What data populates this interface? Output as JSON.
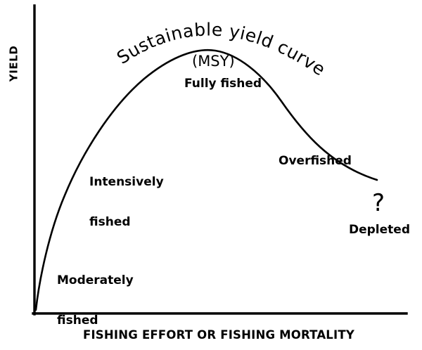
{
  "chart_data": {
    "type": "line",
    "title": "Sustainable yield curve",
    "xlabel": "FISHING EFFORT OR FISHING MORTALITY",
    "ylabel": "YIELD",
    "grid": false,
    "legend": "none",
    "axes_shown": [
      "x",
      "y"
    ],
    "tick_labels": {
      "x": [],
      "y": []
    },
    "xlim": [
      0,
      1
    ],
    "ylim": [
      0,
      1
    ],
    "series": [
      {
        "name": "Sustainable yield curve",
        "description": "Inverted parabola: yield rises with fishing effort to a maximum (MSY) then declines to depletion",
        "x": [
          0.0,
          0.05,
          0.1,
          0.15,
          0.2,
          0.25,
          0.3,
          0.35,
          0.4,
          0.45,
          0.5,
          0.55,
          0.6,
          0.65,
          0.7,
          0.75,
          0.8,
          0.85,
          0.9,
          0.95
        ],
        "y": [
          0.0,
          0.26,
          0.46,
          0.61,
          0.73,
          0.82,
          0.89,
          0.94,
          0.97,
          0.99,
          1.0,
          0.99,
          0.96,
          0.92,
          0.86,
          0.78,
          0.68,
          0.56,
          0.42,
          0.26
        ]
      }
    ],
    "annotations": [
      {
        "name": "msy",
        "text": "(MSY)",
        "x": 0.5,
        "y": 1.0,
        "placement": "at-peak"
      },
      {
        "name": "fully-fished",
        "text": "Fully fished",
        "x": 0.5,
        "y": 0.9,
        "placement": "below-peak"
      },
      {
        "name": "intensively-fished",
        "text": "Intensively\nfished",
        "x": 0.2,
        "y": 0.55,
        "placement": "right-of-rising-limb"
      },
      {
        "name": "moderately-fished",
        "text": "Moderately\nfished",
        "x": 0.08,
        "y": 0.2,
        "placement": "right-of-lower-limb"
      },
      {
        "name": "overfished",
        "text": "Overfished",
        "x": 0.72,
        "y": 0.5,
        "placement": "left-of-falling-limb"
      },
      {
        "name": "question-mark",
        "text": "?",
        "x": 0.92,
        "y": 0.35,
        "placement": "right-of-curve-end"
      },
      {
        "name": "depleted",
        "text": "Depleted",
        "x": 0.95,
        "y": 0.25,
        "placement": "below-question-mark"
      }
    ],
    "curve_label_arc": "Sustainable yield curve"
  },
  "figure": {
    "axis_y_title": "YIELD",
    "axis_x_title": "FISHING EFFORT OR FISHING MORTALITY",
    "curve_name": "Sustainable yield curve",
    "labels": {
      "msy": "(MSY)",
      "fully_fished_line1": "Fully fished",
      "intensively_fished_line1": "Intensively",
      "intensively_fished_line2": "fished",
      "moderately_fished_line1": "Moderately",
      "moderately_fished_line2": "fished",
      "overfished": "Overfished",
      "question_mark": "?",
      "depleted": "Depleted"
    },
    "colors": {
      "ink": "#000000",
      "background": "#ffffff"
    }
  }
}
